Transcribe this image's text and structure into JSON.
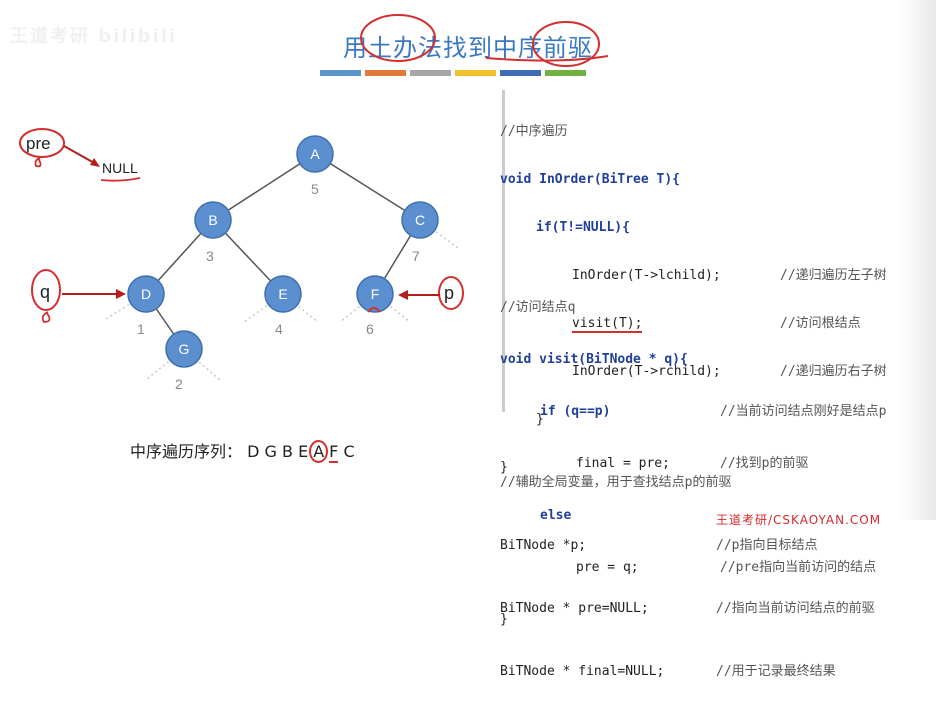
{
  "watermark_tl": "王道考研 bilibili",
  "title": "用土办法找到中序前驱",
  "colorbar": [
    "#5b95c9",
    "#e07b39",
    "#a6a6a6",
    "#f2c12e",
    "#3f6cb5",
    "#72b043"
  ],
  "tree": {
    "nodes": [
      {
        "label": "A",
        "order": "5"
      },
      {
        "label": "B",
        "order": "3"
      },
      {
        "label": "C",
        "order": "7"
      },
      {
        "label": "D",
        "order": "1"
      },
      {
        "label": "E",
        "order": "4"
      },
      {
        "label": "F",
        "order": "6"
      },
      {
        "label": "G",
        "order": "2"
      }
    ],
    "edges": [
      [
        "A",
        "B"
      ],
      [
        "A",
        "C"
      ],
      [
        "B",
        "D"
      ],
      [
        "B",
        "E"
      ],
      [
        "C",
        "F"
      ],
      [
        "D",
        "G"
      ]
    ]
  },
  "annotations": {
    "pre": "pre",
    "null": "NULL",
    "q": "q",
    "p": "p"
  },
  "sequence": {
    "label": "中序遍历序列：",
    "items": [
      "D",
      "G",
      "B",
      "E",
      "A",
      "F",
      "C"
    ]
  },
  "code": {
    "inorder_comment": "//中序遍历",
    "inorder_sig": "void InOrder(BiTree T){",
    "inorder_if": "if(T!=NULL){",
    "inorder_l1": "InOrder(T->lchild);",
    "inorder_l1c": "//递归遍历左子树",
    "inorder_l2": "visit(T);",
    "inorder_l2c": "//访问根结点",
    "inorder_l3": "InOrder(T->rchild);",
    "inorder_l3c": "//递归遍历右子树",
    "close_inner": "}",
    "close_outer": "}",
    "visit_comment": "//访问结点q",
    "visit_sig": "void visit(BiTNode * q){",
    "visit_if": "if (q==p)",
    "visit_if_c": "//当前访问结点刚好是结点p",
    "visit_final": "final = pre;",
    "visit_final_c": "//找到p的前驱",
    "visit_else": "else",
    "visit_pre": "pre = q;",
    "visit_pre_c": "//pre指向当前访问的结点",
    "visit_close": "}",
    "aux_comment": "//辅助全局变量，用于查找结点p的前驱",
    "aux1": "BiTNode *p;",
    "aux1c": "//p指向目标结点",
    "aux2": "BiTNode * pre=NULL;",
    "aux2c": "//指向当前访问结点的前驱",
    "aux3": "BiTNode * final=NULL;",
    "aux3c": "//用于记录最终结果"
  },
  "watermark_br": "王道考研/CSKAOYAN.COM"
}
